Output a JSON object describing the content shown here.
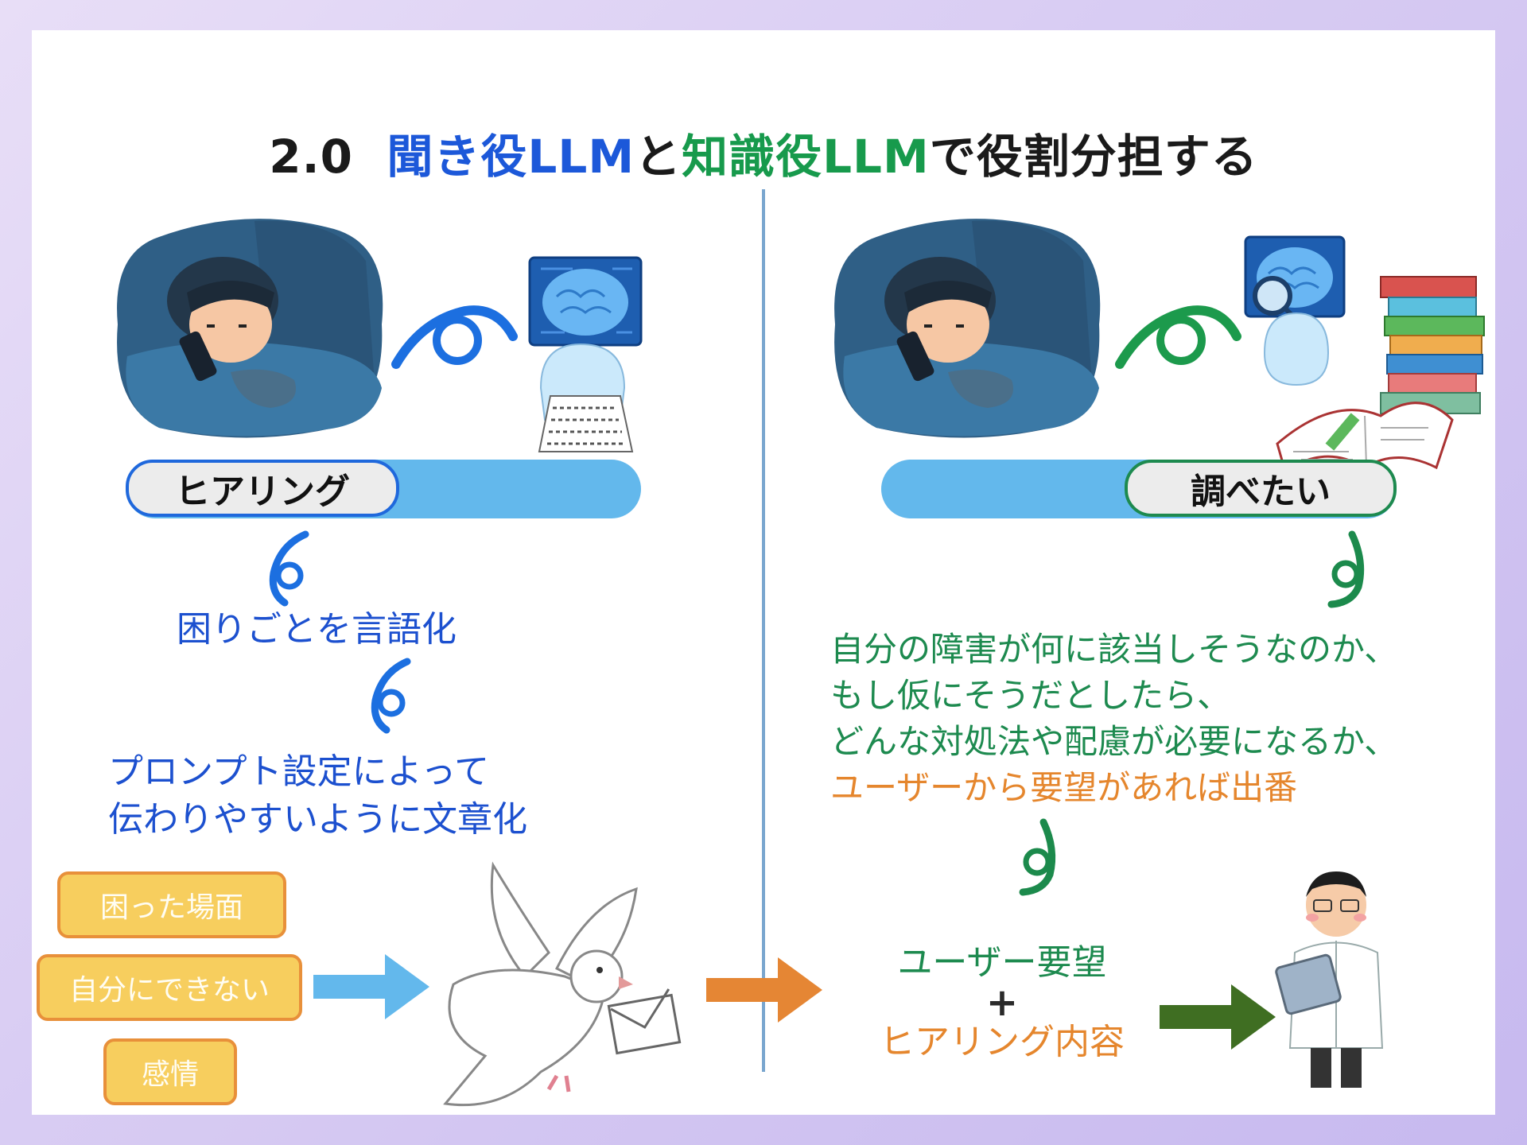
{
  "title": {
    "prefix": "2.0",
    "listener": "聞き役LLM",
    "connector1": "と",
    "knowledge": "知識役LLM",
    "suffix": "で役割分担する"
  },
  "left": {
    "pill_label": "ヒアリング",
    "step1": "困りごとを言語化",
    "step2_line1": "プロンプト設定によって",
    "step2_line2": "伝わりやすいように文章化",
    "tags": [
      "困った場面",
      "自分にできない",
      "感情"
    ]
  },
  "right": {
    "pill_label": "調べたい",
    "desc_line1": "自分の障害が何に該当しそうなのか、",
    "desc_line2": "もし仮にそうだとしたら、",
    "desc_line3": "どんな対処法や配慮が必要になるか、",
    "desc_line4": "ユーザーから要望があれば出番",
    "combo_top": "ユーザー要望",
    "combo_plus": "+",
    "combo_bottom": "ヒアリング内容"
  },
  "colors": {
    "blue": "#1c58d9",
    "green": "#179a4c",
    "orange": "#e5862d",
    "pill_blue": "#63b8ec",
    "tag_fill": "#f7ce5e"
  },
  "icons": [
    "person-in-bed-icon",
    "brain-writer-icon",
    "brain-researcher-icon",
    "books-icon",
    "dove-letter-icon",
    "doctor-icon",
    "arrow-icon"
  ]
}
